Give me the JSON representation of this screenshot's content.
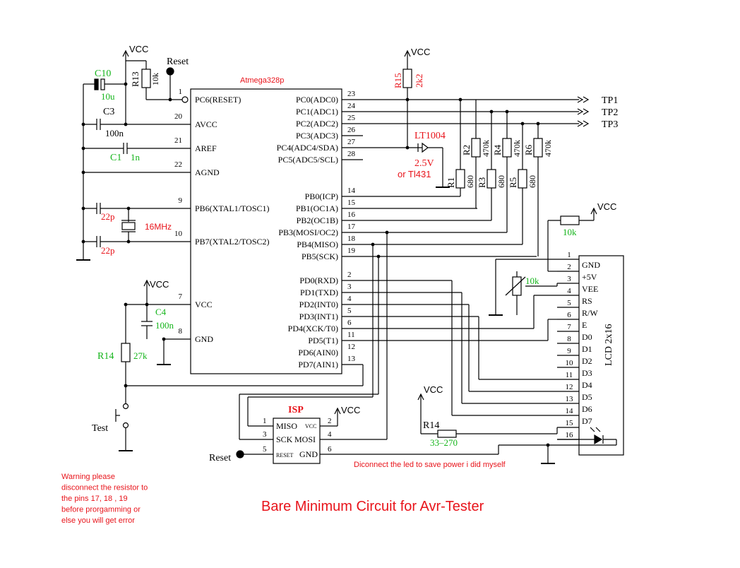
{
  "chip": {
    "name": "Atmega328p",
    "pins_left": [
      {
        "num": "1",
        "label": "PC6(RESET)"
      },
      {
        "num": "20",
        "label": "AVCC"
      },
      {
        "num": "21",
        "label": "AREF"
      },
      {
        "num": "22",
        "label": "AGND"
      },
      {
        "num": "9",
        "label": "PB6(XTAL1/TOSC1)"
      },
      {
        "num": "10",
        "label": "PB7(XTAL2/TOSC2)"
      },
      {
        "num": "7",
        "label": "VCC"
      },
      {
        "num": "8",
        "label": "GND"
      }
    ],
    "pins_right": [
      {
        "num": "23",
        "label": "PC0(ADC0)"
      },
      {
        "num": "24",
        "label": "PC1(ADC1)"
      },
      {
        "num": "25",
        "label": "PC2(ADC2)"
      },
      {
        "num": "26",
        "label": "PC3(ADC3)"
      },
      {
        "num": "27",
        "label": "PC4(ADC4/SDA)"
      },
      {
        "num": "28",
        "label": "PC5(ADC5/SCL)"
      },
      {
        "num": "14",
        "label": "PB0(ICP)"
      },
      {
        "num": "15",
        "label": "PB1(OC1A)"
      },
      {
        "num": "16",
        "label": "PB2(OC1B)"
      },
      {
        "num": "17",
        "label": "PB3(MOSI/OC2)"
      },
      {
        "num": "18",
        "label": "PB4(MISO)"
      },
      {
        "num": "19",
        "label": "PB5(SCK)"
      },
      {
        "num": "2",
        "label": "PD0(RXD)"
      },
      {
        "num": "3",
        "label": "PD1(TXD)"
      },
      {
        "num": "4",
        "label": "PD2(INT0)"
      },
      {
        "num": "5",
        "label": "PD3(INT1)"
      },
      {
        "num": "6",
        "label": "PD4(XCK/T0)"
      },
      {
        "num": "11",
        "label": "PD5(T1)"
      },
      {
        "num": "12",
        "label": "PD6(AIN0)"
      },
      {
        "num": "13",
        "label": "PD7(AIN1)"
      }
    ]
  },
  "labels": {
    "vcc": "VCC",
    "reset": "Reset",
    "test": "Test",
    "tp1": "TP1",
    "tp2": "TP2",
    "tp3": "TP3",
    "c10": "C10",
    "c10_val": "10u",
    "r13": "R13",
    "r13_val": "10k",
    "c3": "C3",
    "c3_val": "100n",
    "c1": "C1",
    "c1_val": "1n",
    "c22a": "22p",
    "c22b": "22p",
    "xtal": "16MHz",
    "c4": "C4",
    "c4_val": "100n",
    "r14": "R14",
    "r14_val": "27k",
    "r15": "R15",
    "r15_val": "2k2",
    "lt1004": "LT1004",
    "ref_v": "2.5V",
    "ref_alt": "or Tl431",
    "r1": "R1",
    "r1_val": "680",
    "r2": "R2",
    "r2_val": "470k",
    "r3": "R3",
    "r3_val": "680",
    "r4": "R4",
    "r4_val": "470k",
    "r5": "R5",
    "r5_val": "680",
    "r6": "R6",
    "r6_val": "470k",
    "r10k_top": "10k",
    "pot_10k": "10k",
    "isp": "ISP",
    "isp_miso": "MISO",
    "isp_vcc": "VCC",
    "isp_sck": "SCK",
    "isp_mosi": "MOSI",
    "isp_reset": "RESET",
    "isp_gnd": "GND",
    "isp_pins": [
      "1",
      "2",
      "3",
      "4",
      "5",
      "6"
    ],
    "r14b": "R14",
    "r14b_val": "33–270",
    "lcd": "LCD 2x16",
    "lcd_pins": [
      "GND",
      "+5V",
      "VEE",
      "RS",
      "R/W",
      "E",
      "D0",
      "D1",
      "D2",
      "D3",
      "D4",
      "D5",
      "D6",
      "D7",
      "",
      ""
    ],
    "warning": [
      "Warning please",
      "disconnect the resistor to",
      "the pins 17, 18 , 19",
      "before prorgamming or",
      "else you will get error"
    ],
    "led_note": "Diconnect the led to save power i did myself",
    "title": "Bare Minimum Circuit for Avr-Tester"
  },
  "colors": {
    "red": "#e8141b",
    "green": "#16b51c",
    "black": "#000000"
  }
}
